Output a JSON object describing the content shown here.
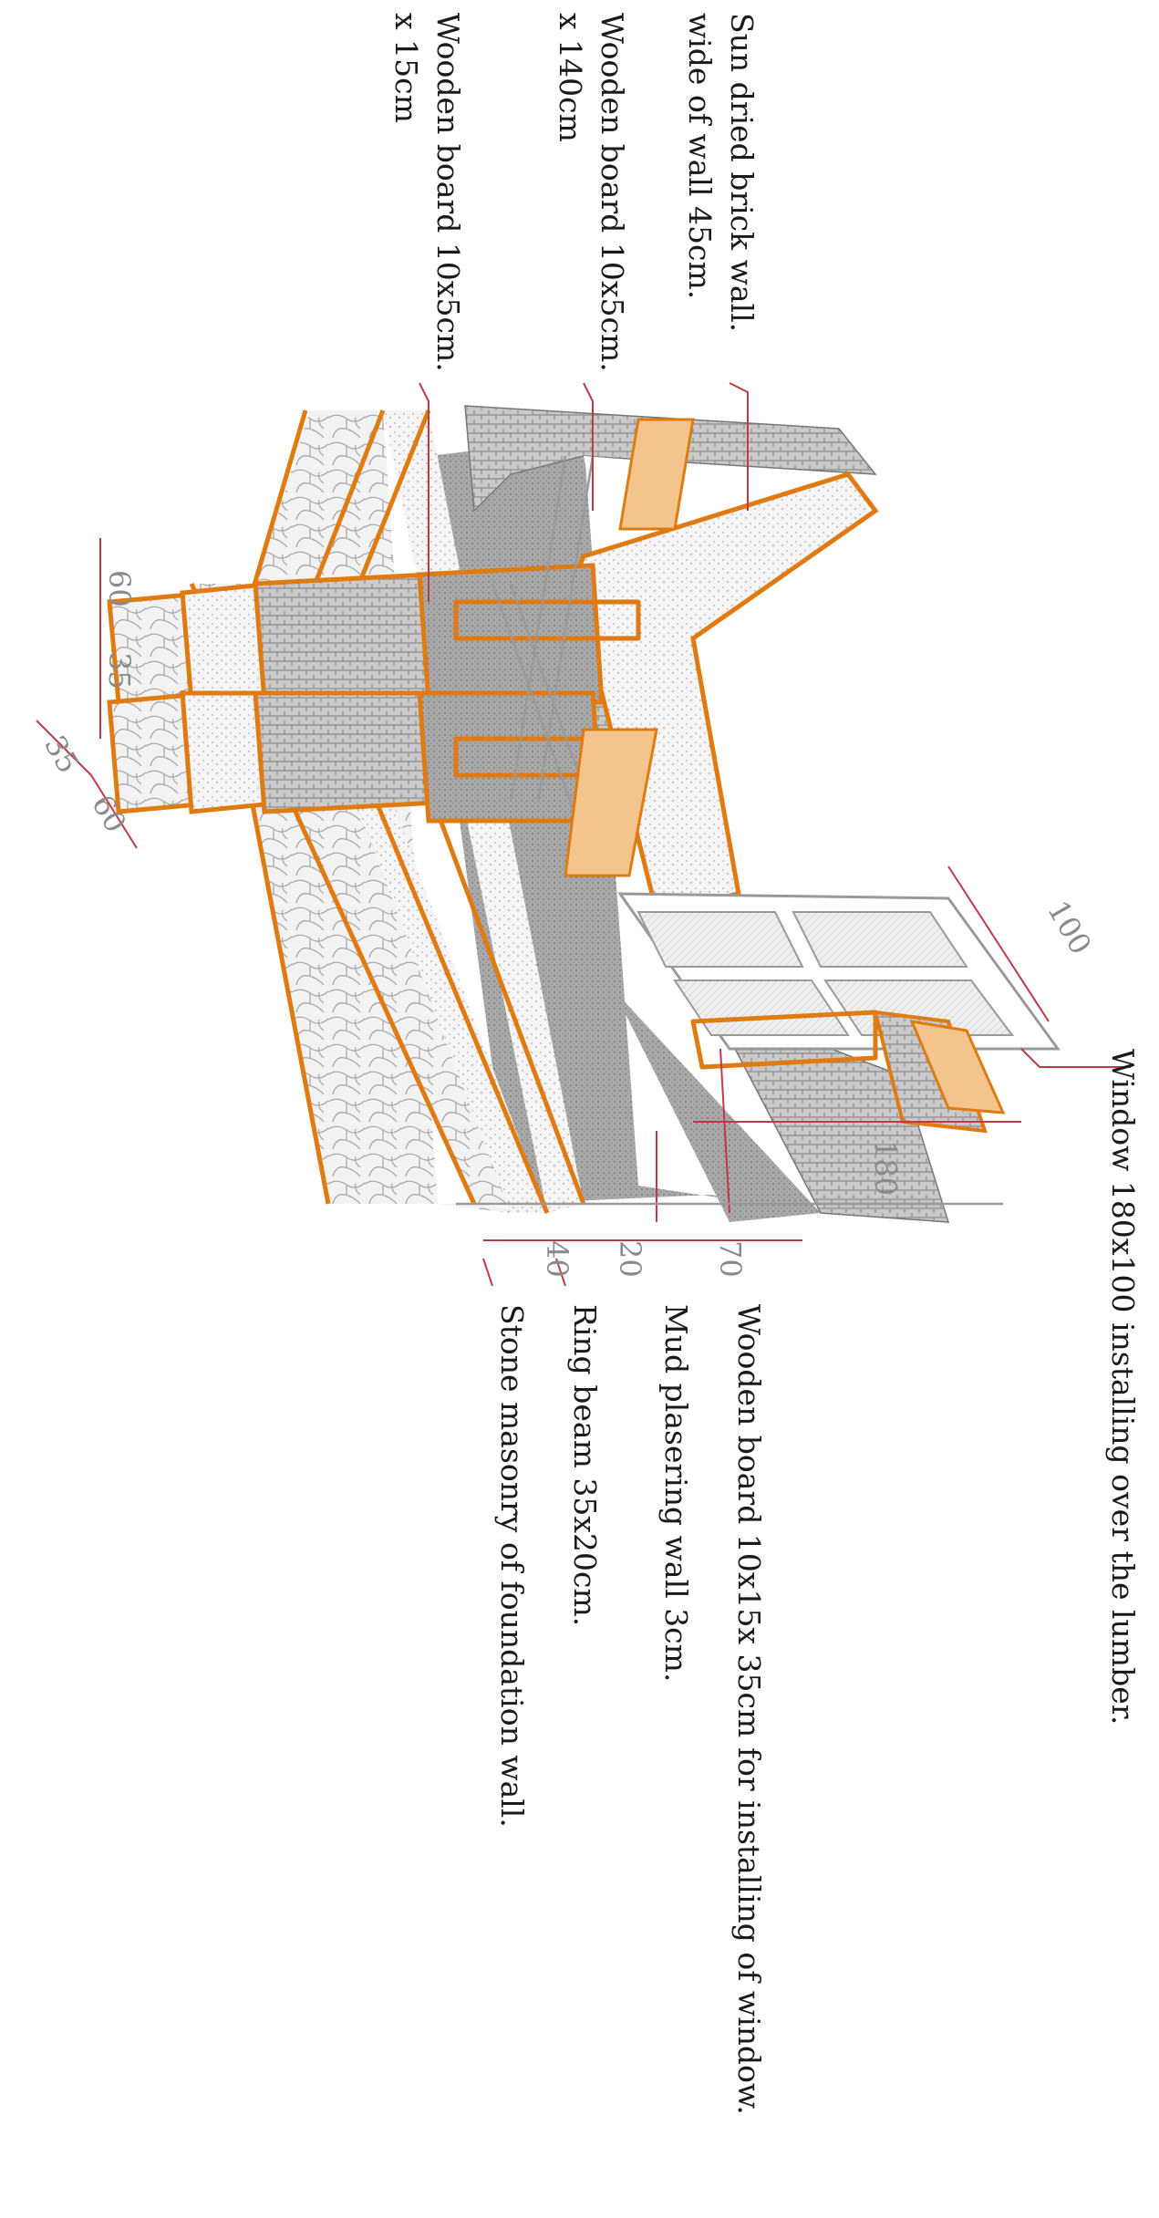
{
  "labels": {
    "brick_wall_1": "Sun dried brick wall.",
    "brick_wall_2": "wide of wall 45cm.",
    "board_140_1": "Wooden board 10x5cm.",
    "board_140_2": "x 140cm",
    "board_15_1": "Wooden board 10x5cm.",
    "board_15_2": "x 15cm",
    "window": "Window 180x100 installing over the lumber.",
    "board_window": "Wooden board 10x15x 35cm for installing of window.",
    "mud_plaster": "Mud plasering wall 3cm.",
    "ring_beam": "Ring beam 35x20cm.",
    "stone_masonry": "Stone masonry of foundation wall."
  },
  "dimensions": {
    "d100": "100",
    "d180": "180",
    "d70": "70",
    "d20": "20",
    "d40": "40",
    "d60a": "60",
    "d35a": "35",
    "d35b": "35",
    "d60b": "60"
  },
  "colors": {
    "timber": "#e07b12",
    "dimension": "#c0394b",
    "brick": "#b8b8b8",
    "plaster": "#9c9c9c",
    "stone": "#e8e8e8"
  }
}
